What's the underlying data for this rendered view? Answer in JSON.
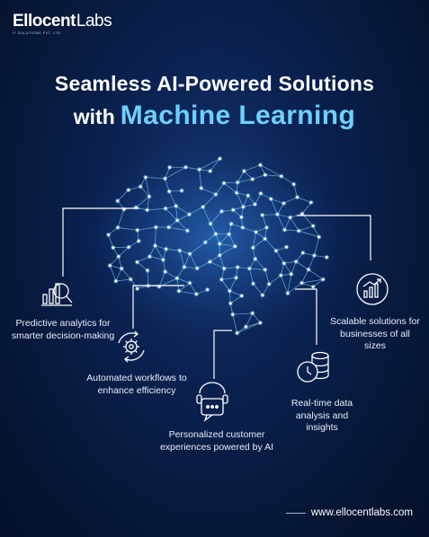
{
  "brand": {
    "name_first": "Ellocent",
    "name_second": "Labs",
    "tagline": "IT SOLUTIONS PVT. LTD."
  },
  "headline": {
    "line1": "Seamless AI-Powered Solutions",
    "line2_prefix": "with",
    "line2_accent": "Machine Learning"
  },
  "features": [
    {
      "icon": "analytics-magnifier-icon",
      "text": "Predictive analytics for smarter decision-making"
    },
    {
      "icon": "gear-cycle-icon",
      "text": "Automated workflows to enhance efficiency"
    },
    {
      "icon": "chat-assistant-icon",
      "text": "Personalized customer experiences powered by AI"
    },
    {
      "icon": "clock-database-icon",
      "text": "Real-time data analysis and insights"
    },
    {
      "icon": "growth-chart-icon",
      "text": "Scalable solutions for businesses of all sizes"
    }
  ],
  "footer": {
    "url": "www.ellocentlabs.com"
  },
  "colors": {
    "background": "#061635",
    "accent": "#6ed0ff",
    "network": "#7fd4ff"
  }
}
